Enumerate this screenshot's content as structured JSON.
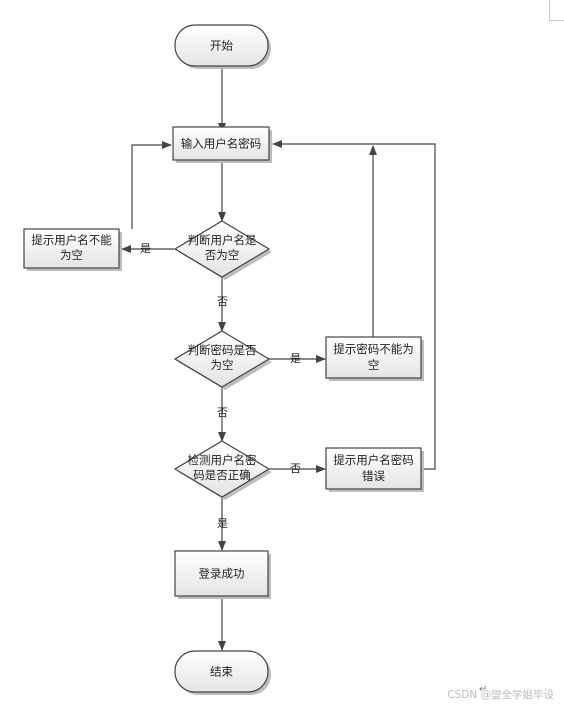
{
  "flowchart": {
    "nodes": {
      "start": {
        "lines": [
          "开始"
        ]
      },
      "input": {
        "lines": [
          "输入用户名密码"
        ]
      },
      "check_user": {
        "lines": [
          "判断用户名是",
          "否为空"
        ]
      },
      "tip_user_empty": {
        "lines": [
          "提示用户名不能",
          "为空"
        ]
      },
      "check_pwd": {
        "lines": [
          "判断密码是否",
          "为空"
        ]
      },
      "tip_pwd_empty": {
        "lines": [
          "提示密码不能为",
          "空"
        ]
      },
      "verify": {
        "lines": [
          "检测用户名密",
          "码是否正确"
        ]
      },
      "tip_wrong": {
        "lines": [
          "提示用户名密码",
          "错误"
        ]
      },
      "success": {
        "lines": [
          "登录成功"
        ]
      },
      "end": {
        "lines": [
          "结束"
        ]
      }
    },
    "edges": {
      "user_empty_yes": "是",
      "user_empty_no": "否",
      "pwd_empty_yes": "是",
      "pwd_empty_no": "否",
      "verify_no": "否",
      "verify_yes": "是"
    }
  },
  "watermark": "CSDN @燮全学姐毕设",
  "return_mark": "↵",
  "colors": {
    "stroke": "#444444",
    "box_fill_top": "#ffffff",
    "box_fill_bottom": "#e4e4e4",
    "shadow": "#bdbdbd",
    "text": "#222222"
  }
}
